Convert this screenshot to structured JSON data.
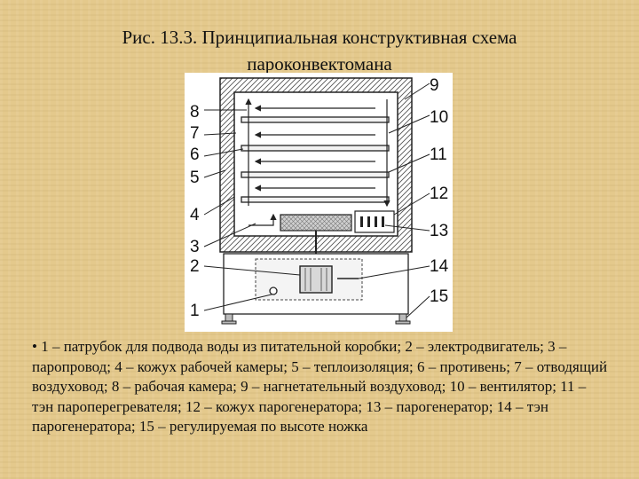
{
  "title": {
    "line1": "Рис. 13.3. Принципиальная конструктивная схема",
    "line2": "пароконвектомана"
  },
  "figure": {
    "labels_left": [
      "8",
      "7",
      "6",
      "5",
      "4",
      "3",
      "2",
      "1"
    ],
    "labels_right": [
      "9",
      "10",
      "11",
      "12",
      "13",
      "14",
      "15"
    ]
  },
  "caption": {
    "bullet": "•",
    "text": "1 – патрубок для подвода воды из питательной коробки; 2 – электродвигатель; 3 – паропровод; 4 – кожух рабочей камеры; 5 – теплоизоляция; 6 – противень; 7 – отводящий воздуховод; 8 – рабочая камера; 9 – нагнетательный воздуховод; 10 – вентилятор; 11 – тэн пароперегревателя; 12 – кожух парогенератора; 13 – парогенератор; 14 – тэн парогенератора; 15 – регулируемая по высоте ножка"
  }
}
